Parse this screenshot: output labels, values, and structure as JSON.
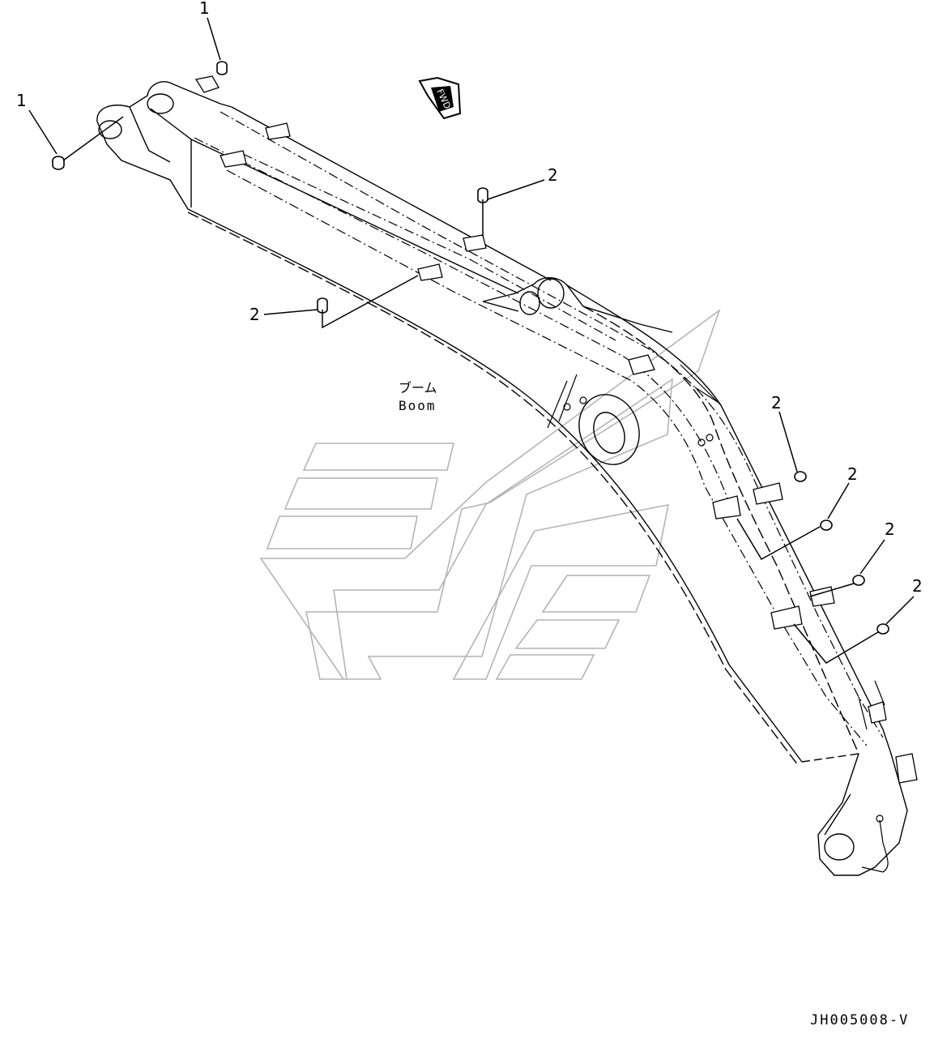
{
  "diagram": {
    "boom_label_jp": "ブーム",
    "boom_label_en": "Boom",
    "fwd_arrow_text": "FWD",
    "drawing_code": "JH005008-V",
    "callouts": [
      {
        "id": "c1a",
        "text": "1"
      },
      {
        "id": "c1b",
        "text": "1"
      },
      {
        "id": "c2a",
        "text": "2"
      },
      {
        "id": "c2b",
        "text": "2"
      },
      {
        "id": "c2c",
        "text": "2"
      },
      {
        "id": "c2d",
        "text": "2"
      },
      {
        "id": "c2e",
        "text": "2"
      },
      {
        "id": "c2f",
        "text": "2"
      }
    ]
  }
}
